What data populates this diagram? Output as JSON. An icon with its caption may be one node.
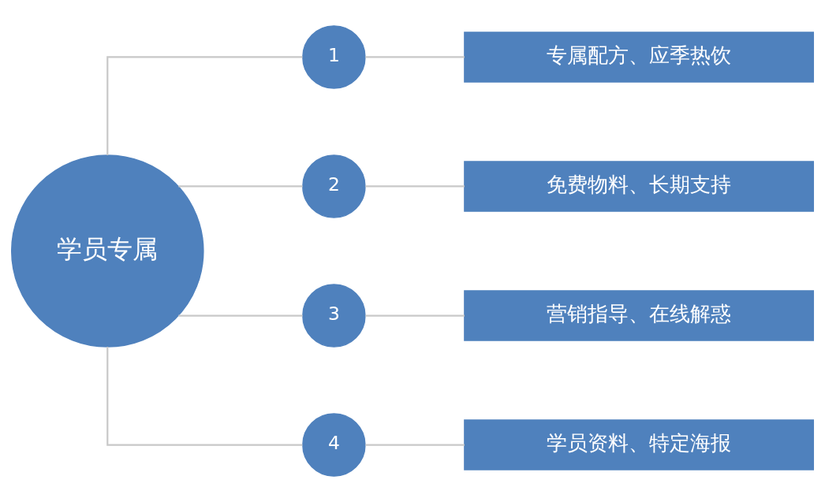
{
  "diagram": {
    "nodes": [
      {
        "text": [
          "学员专属"
        ]
      },
      {
        "text": [
          "1"
        ]
      },
      {
        "text": [
          "2"
        ]
      },
      {
        "text": [
          "3"
        ]
      },
      {
        "text": [
          "4"
        ]
      },
      {
        "text": [
          "专属配方、应季热饮"
        ]
      },
      {
        "text": [
          "免费物料、长期支持"
        ]
      },
      {
        "text": [
          "营销指导、在线解惑"
        ]
      },
      {
        "text": [
          "学员资料、特定海报"
        ]
      }
    ],
    "edges": [
      {
        "from": 0,
        "to": 1,
        "arrow": "none"
      },
      {
        "from": 0,
        "to": 2,
        "arrow": "none"
      },
      {
        "from": 0,
        "to": 3,
        "arrow": "none"
      },
      {
        "from": 0,
        "to": 4,
        "arrow": "none"
      },
      {
        "from": 1,
        "to": 5,
        "arrow": "none"
      },
      {
        "from": 2,
        "to": 6,
        "arrow": "none"
      },
      {
        "from": 3,
        "to": 7,
        "arrow": "none"
      },
      {
        "from": 4,
        "to": 8,
        "arrow": "none"
      }
    ]
  }
}
